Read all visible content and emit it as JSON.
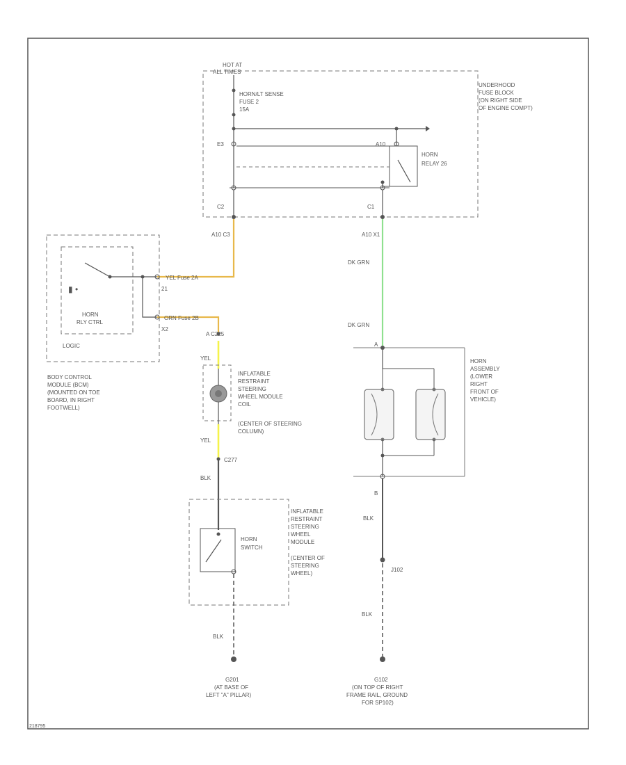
{
  "colors": {
    "frame": "#555555",
    "line": "#555555",
    "dash": "#777777",
    "wire_yel_orange": "#e8b84a",
    "wire_green": "#8fe08f",
    "wire_yellow": "#f5f34a",
    "wire_black": "#555555",
    "text": "#555555"
  },
  "underhood": {
    "hot_at": [
      "HOT AT",
      "ALL TIMES"
    ],
    "fuse": [
      "HORN/LT SENSE",
      "FUSE 2",
      "15A"
    ],
    "title": [
      "UNDERHOOD",
      "FUSE BLOCK",
      "(ON RIGHT SIDE",
      "OF ENGINE COMPT)"
    ],
    "relay": [
      "HORN",
      "RELAY 26"
    ],
    "pin_left_top": "E3",
    "pin_right_top": "A10",
    "conn_left": "C2",
    "conn_right": "C1"
  },
  "wires": {
    "left_conn": "A10  C3",
    "right_conn": "A10  X1",
    "orange_1": "YEL  Fuse 2A",
    "orange_2": "ORN  Fuse 2B",
    "bcm_pin_1": "21",
    "bcm_pin_2": "X2",
    "coil_conn": "A  C225",
    "yel_1": "YEL",
    "yel_2": "YEL",
    "pin_c277": "C277",
    "blk_1": "BLK",
    "blk_2": "BLK",
    "blk_3": "BLK",
    "blk_4": "BLK",
    "dkgrn_1": "DK GRN",
    "dkgrn_2": "DK GRN",
    "horn_pin_a": "A",
    "horn_pin_b": "B",
    "splice": "J102"
  },
  "bcm": {
    "relay_ctrl": [
      "HORN",
      "RLY CTRL"
    ],
    "logic": "LOGIC",
    "desc": [
      "BODY CONTROL",
      "MODULE (BCM)",
      "(MOUNTED ON TOE",
      "BOARD, IN RIGHT",
      "FOOTWELL)"
    ]
  },
  "coil": {
    "desc": [
      "INFLATABLE",
      "RESTRAINT",
      "STEERING",
      "WHEEL MODULE",
      "COIL",
      "(CENTER OF STEERING",
      "COLUMN)"
    ]
  },
  "horn_switch": {
    "label": [
      "HORN",
      "SWITCH"
    ],
    "desc": [
      "INFLATABLE",
      "RESTRAINT",
      "STEERING",
      "WHEEL",
      "MODULE",
      "(CENTER OF",
      "STEERING",
      "WHEEL)"
    ]
  },
  "horn_assembly": {
    "desc": [
      "HORN",
      "ASSEMBLY",
      "(LOWER",
      "RIGHT",
      "FRONT OF",
      "VEHICLE)"
    ]
  },
  "grounds": {
    "left": [
      "G201",
      "(AT BASE OF",
      "LEFT \"A\" PILLAR)"
    ],
    "right": [
      "G102",
      "(ON TOP OF RIGHT",
      "FRAME RAIL, GROUND",
      "FOR SP102)"
    ]
  },
  "figure_id": "218795"
}
